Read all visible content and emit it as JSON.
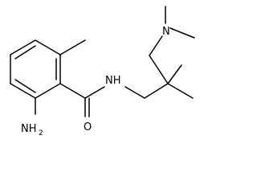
{
  "labels": {
    "amine_group": "NH",
    "amine_subscript": "2",
    "amide_nh": "NH",
    "oxygen": "O",
    "dimethylamino_n": "N"
  }
}
